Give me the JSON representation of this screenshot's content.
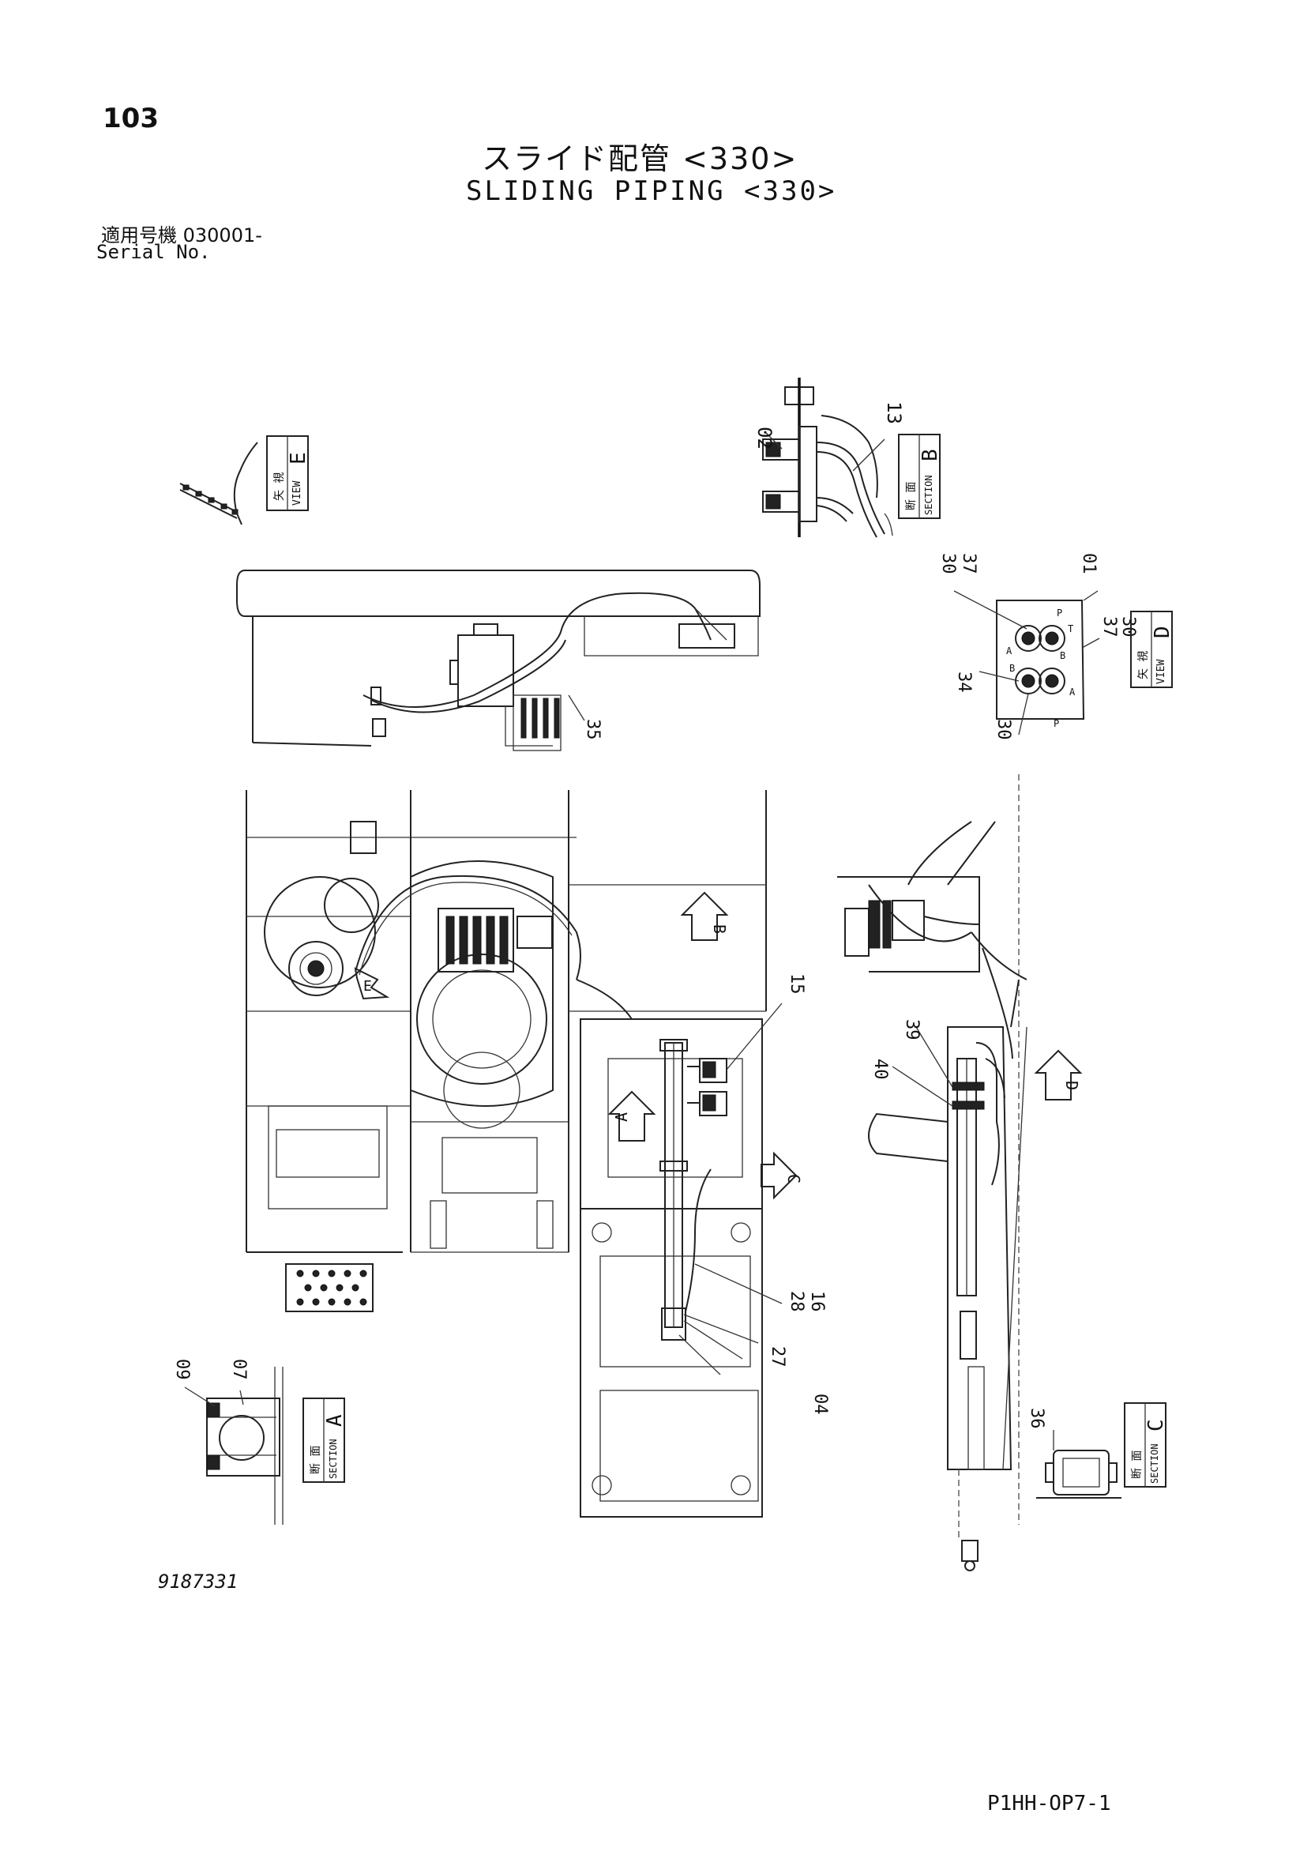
{
  "header": {
    "page_number": "103",
    "title_jp": "スライド配管 <330>",
    "title_en": "SLIDING PIPING <330>",
    "serial_label_jp": "適用号機 030001-",
    "serial_label_en": "Serial No."
  },
  "footer": {
    "drawing_number": "9187331",
    "sheet_code": "P1HH-OP7-1"
  },
  "views": {
    "view_e": {
      "jp": "矢 視",
      "en": "VIEW",
      "letter": "E"
    },
    "section_b": {
      "jp": "断 面",
      "en": "SECTION",
      "letter": "B"
    },
    "view_d": {
      "jp": "矢 視",
      "en": "VIEW",
      "letter": "D"
    },
    "section_a": {
      "jp": "断 面",
      "en": "SECTION",
      "letter": "A"
    },
    "section_c": {
      "jp": "断 面",
      "en": "SECTION",
      "letter": "C"
    }
  },
  "arrows": {
    "a": "A",
    "b": "B",
    "c": "C",
    "d": "D",
    "e": "E"
  },
  "callouts": {
    "c02": "02",
    "c13": "13",
    "c30a": "30",
    "c37a": "37",
    "c01": "01",
    "c37b": "37",
    "c30b": "30",
    "c34": "34",
    "c30c": "30",
    "c35": "35",
    "c15": "15",
    "c39": "39",
    "c40": "40",
    "c16": "16",
    "c28": "28",
    "c27": "27",
    "c04": "04",
    "c09": "09",
    "c07": "07",
    "c36": "36"
  },
  "valve_ports": {
    "a1": "A",
    "b1": "B",
    "p1": "P",
    "t1": "T",
    "b2": "B",
    "a2": "A",
    "p2": "P"
  }
}
